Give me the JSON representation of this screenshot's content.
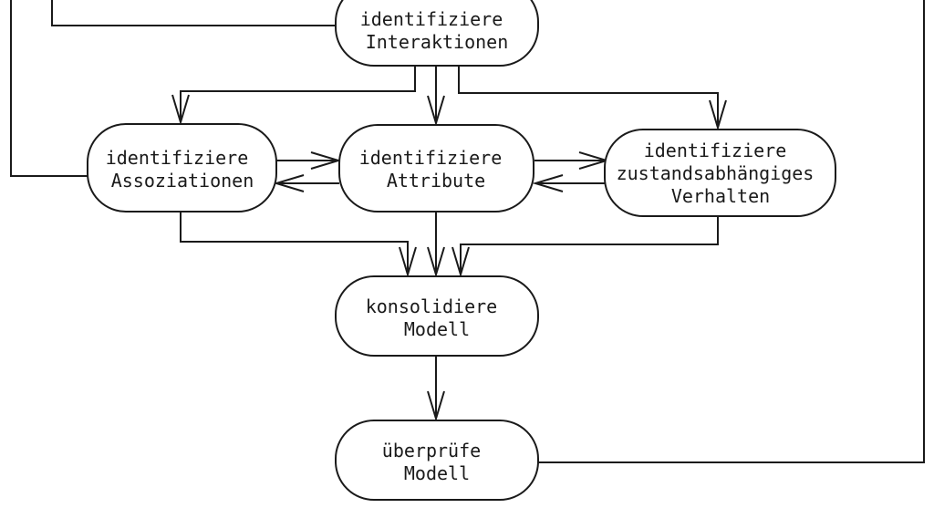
{
  "diagram": {
    "type": "flowchart",
    "language": "de",
    "background_color": "#ffffff",
    "line_color": "#1a1a1a",
    "text_color": "#1a1a1a",
    "node_shape": "rounded-stadium",
    "nodes": {
      "interaktionen": {
        "label_lines": [
          "identifiziere",
          "Interaktionen"
        ],
        "clipped_at_top": true
      },
      "assoziationen": {
        "label_lines": [
          "identifiziere",
          "Assoziationen"
        ]
      },
      "attribute": {
        "label_lines": [
          "identifiziere",
          "Attribute"
        ]
      },
      "verhalten": {
        "label_lines": [
          "identifiziere",
          "zustandsabhängiges",
          "Verhalten"
        ]
      },
      "konsolidiere": {
        "label_lines": [
          "konsolidiere",
          "Modell"
        ]
      },
      "ueberpruefe": {
        "label_lines": [
          "überprüfe",
          "Modell"
        ]
      }
    },
    "edges": [
      {
        "from": "offscreen-top",
        "to": "assoziationen",
        "arrowhead": false,
        "enters": "left-side"
      },
      {
        "from": "offscreen-top",
        "to": "interaktionen",
        "arrowhead": false,
        "enters": "left-side"
      },
      {
        "from": "interaktionen",
        "to": "assoziationen",
        "arrowhead": true,
        "enters": "top"
      },
      {
        "from": "interaktionen",
        "to": "attribute",
        "arrowhead": true,
        "enters": "top"
      },
      {
        "from": "interaktionen",
        "to": "verhalten",
        "arrowhead": true,
        "enters": "top"
      },
      {
        "from": "assoziationen",
        "to": "attribute",
        "arrowhead": true,
        "enters": "left-side"
      },
      {
        "from": "attribute",
        "to": "assoziationen",
        "arrowhead": true,
        "enters": "right-side"
      },
      {
        "from": "attribute",
        "to": "verhalten",
        "arrowhead": true,
        "enters": "left-side"
      },
      {
        "from": "verhalten",
        "to": "attribute",
        "arrowhead": true,
        "enters": "right-side"
      },
      {
        "from": "assoziationen",
        "to": "konsolidiere",
        "arrowhead": true,
        "enters": "top"
      },
      {
        "from": "attribute",
        "to": "konsolidiere",
        "arrowhead": true,
        "enters": "top"
      },
      {
        "from": "verhalten",
        "to": "konsolidiere",
        "arrowhead": true,
        "enters": "top"
      },
      {
        "from": "konsolidiere",
        "to": "ueberpruefe",
        "arrowhead": true,
        "enters": "top"
      },
      {
        "from": "ueberpruefe",
        "to": "offscreen-top-right",
        "arrowhead": false,
        "exits": "right-side"
      }
    ]
  }
}
